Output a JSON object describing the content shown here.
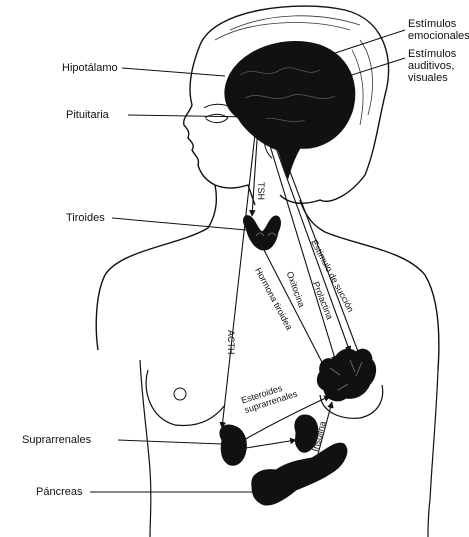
{
  "labels": {
    "estimulos_emocionales": [
      "Estímulos",
      "emocionales"
    ],
    "estimulos_auditivos": [
      "Estímulos",
      "auditivos,",
      "visuales"
    ],
    "hipotalamo": "Hipotálamo",
    "pituitaria": "Pituitaria",
    "tiroides": "Tiroides",
    "suprarrenales": "Suprarrenales",
    "pancreas": "Páncreas"
  },
  "pathways": {
    "tsh": "TSH",
    "acth": "ACTH",
    "hormona_tiroidea": "Hormona tiroidea",
    "oxitocina": "Oxitocina",
    "prolactina": "Prolactina",
    "estimulo_succion": "Estímulo de succión",
    "esteroides": [
      "Esteroides",
      "suprarrenales"
    ],
    "insulina": "Insulina"
  }
}
